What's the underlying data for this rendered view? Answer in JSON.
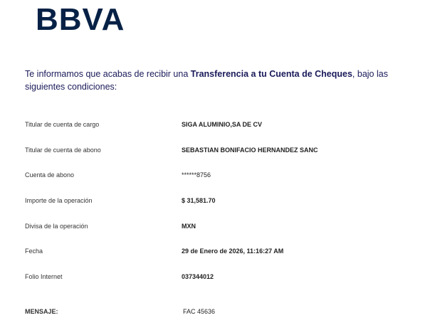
{
  "logo": "BBVA",
  "intro": {
    "pre": "Te informamos que acabas de recibir una ",
    "bold": "Transferencia a tu Cuenta de Cheques",
    "post": ", bajo las siguientes condiciones:"
  },
  "rows": [
    {
      "label": "Titular de cuenta de cargo",
      "value": "SIGA ALUMINIO,SA DE CV"
    },
    {
      "label": "Titular de cuenta de abono",
      "value": "SEBASTIAN BONIFACIO HERNANDEZ SANC"
    },
    {
      "label": "Cuenta de abono",
      "value": "******8756"
    },
    {
      "label": "Importe de la operación",
      "value": "$ 31,581.70"
    },
    {
      "label": "Divisa de la operación",
      "value": "MXN"
    },
    {
      "label": "Fecha",
      "value": "29 de Enero de 2026, 11:16:27 AM"
    },
    {
      "label": "Folio Internet",
      "value": "037344012"
    }
  ],
  "message": {
    "label": "MENSAJE:",
    "value": "FAC 45636"
  }
}
